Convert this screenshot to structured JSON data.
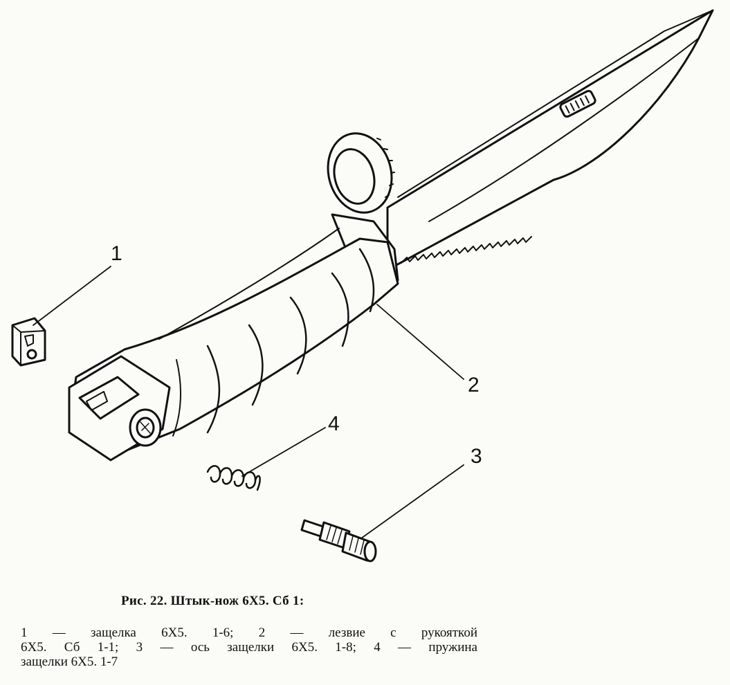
{
  "figure": {
    "parts": [
      {
        "number": "1",
        "name": "latch"
      },
      {
        "number": "2",
        "name": "blade-with-handle"
      },
      {
        "number": "3",
        "name": "latch-axle"
      },
      {
        "number": "4",
        "name": "latch-spring"
      }
    ]
  },
  "callouts": {
    "c1": "1",
    "c2": "2",
    "c3": "3",
    "c4": "4"
  },
  "caption": {
    "title": "Рис. 22. Штык-нож 6Х5. Сб 1:",
    "legend_line1": "1 — защелка 6Х5. 1-6;  2 — лезвие с рукояткой",
    "legend_line2": "6Х5. Сб 1-1; 3 — ось защелки 6Х5. 1-8; 4 — пружина",
    "legend_line3": "защелки 6Х5. 1-7"
  },
  "colors": {
    "ink": "#111111",
    "paper": "#fbfbf8"
  }
}
